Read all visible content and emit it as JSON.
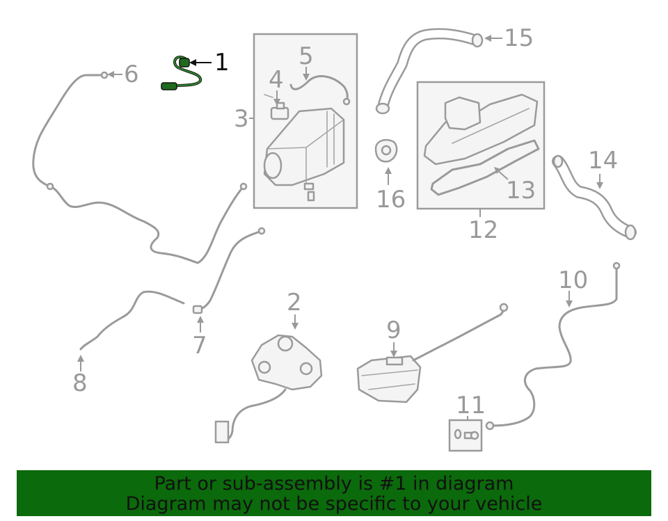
{
  "callouts": {
    "c1": "1",
    "c2": "2",
    "c3": "3",
    "c4": "4",
    "c5": "5",
    "c6": "6",
    "c7": "7",
    "c8": "8",
    "c9": "9",
    "c10": "10",
    "c11": "11",
    "c12": "12",
    "c13": "13",
    "c14": "14",
    "c15": "15",
    "c16": "16"
  },
  "banner": {
    "line1": "Part or sub-assembly is #1 in diagram",
    "line2": "Diagram may not be specific to your vehicle"
  },
  "colors": {
    "banner_bg": "#0b6a0b",
    "highlight_part": "#1f6b1f",
    "line_art": "#9a9a9a"
  }
}
